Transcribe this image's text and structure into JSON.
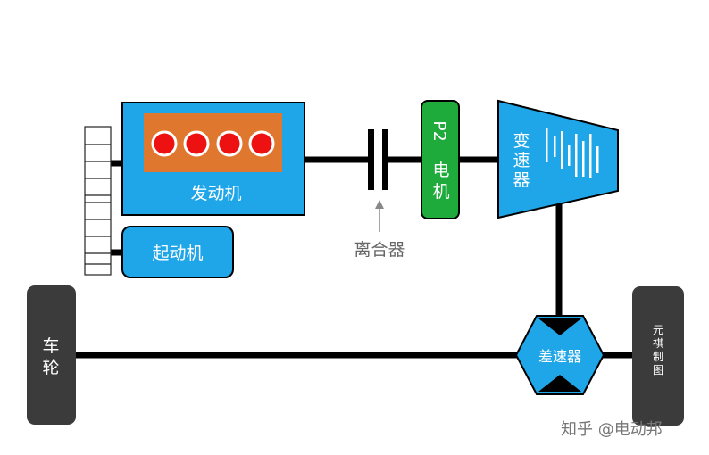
{
  "labels": {
    "engine": "发动机",
    "starter": "起动机",
    "clutch": "离合器",
    "motor_p2": "P2",
    "motor_char": "电",
    "motor_char2": "机",
    "transmission": "变速器",
    "differential": "差速器",
    "wheel_left": "车轮",
    "wheel_right": "元祺制图",
    "watermark": "知乎 @电动邦"
  },
  "colors": {
    "blue": "#1ea6e8",
    "orange": "#e0772f",
    "red": "#ee1111",
    "green": "#1faa3c",
    "dark": "#3b3b3b",
    "line": "#000000",
    "gray_label": "#666666"
  }
}
